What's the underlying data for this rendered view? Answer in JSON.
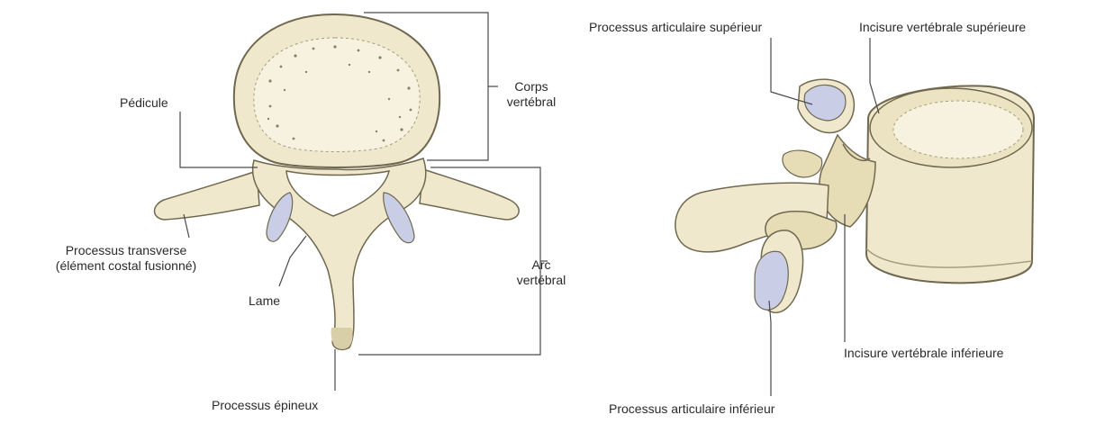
{
  "colors": {
    "bone": "#efe8cc",
    "bone_shadow": "#d8cfa8",
    "outline": "#6f684f",
    "cartilage": "#c9cde6",
    "leader": "#4a4a4a"
  },
  "superior_view": {
    "labels": {
      "pedicule": "Pédicule",
      "corps_line1": "Corps",
      "corps_line2": "vertébral",
      "transverse_line1": "Processus transverse",
      "transverse_line2": "(élément costal fusionné)",
      "lame": "Lame",
      "arc_line1": "Arc",
      "arc_line2": "vertébral",
      "epineux": "Processus épineux"
    }
  },
  "lateral_view": {
    "labels": {
      "art_sup": "Processus articulaire supérieur",
      "incisure_sup": "Incisure vertébrale supérieure",
      "incisure_inf": "Incisure vertébrale inférieure",
      "art_inf": "Processus articulaire inférieur"
    }
  }
}
